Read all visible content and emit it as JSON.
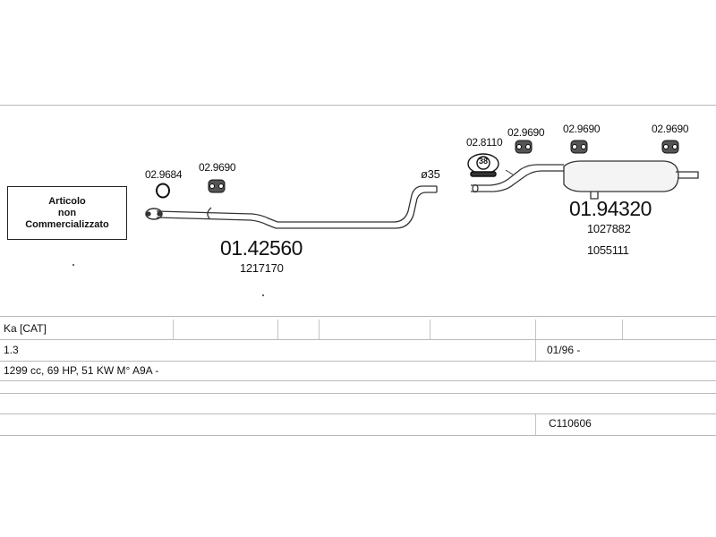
{
  "note": {
    "lines": [
      "Articolo",
      "non",
      "Commercializzato"
    ]
  },
  "parts": {
    "gasket_left": "02.9684",
    "hanger_left": "02.9690",
    "front_pipe_code": "01.42560",
    "front_pipe_ref": "1217170",
    "diameter": "ø35",
    "clamp": "02.8110",
    "clamp_badge": "38",
    "hanger_r1": "02.9690",
    "hanger_r2": "02.9690",
    "hanger_r3": "02.9690",
    "rear_silencer_code": "01.94320",
    "rear_silencer_ref1": "1027882",
    "rear_silencer_ref2": "1055111"
  },
  "table": {
    "model": "Ka  [CAT]",
    "engine": "1.3",
    "years": "01/96 -",
    "details": "1299 cc, 69 HP, 51 KW M° A9A -",
    "catalog_code": "C110606"
  },
  "icons": {
    "gasket": "o-ring-gasket-icon",
    "hanger": "rubber-hanger-icon",
    "clamp": "clamp-icon"
  }
}
